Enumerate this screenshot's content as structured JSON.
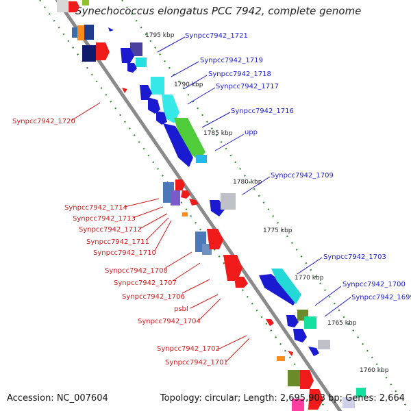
{
  "title": "Synechococcus elongatus PCC 7942, complete genome",
  "footer": {
    "accession": "Accession: NC_007604",
    "topology": "Topology: circular; Length: 2,695,903 bp; Genes: 2,664"
  },
  "kbp_marks": [
    "1795 kbp",
    "1790 kbp",
    "1785 kbp",
    "1780 kbp",
    "1775 kbp",
    "1770 kbp",
    "1765 kbp",
    "1760 kbp"
  ],
  "labels_right": [
    "Synpcc7942_1721",
    "Synpcc7942_1719",
    "Synpcc7942_1718",
    "Synpcc7942_1717",
    "Synpcc7942_1716",
    "upp",
    "Synpcc7942_1709",
    "Synpcc7942_1703",
    "Synpcc7942_1700",
    "Synpcc7942_1699"
  ],
  "labels_left": [
    "Synpcc7942_1720",
    "Synpcc7942_1714",
    "Synpcc7942_1713",
    "Synpcc7942_1712",
    "Synpcc7942_1711",
    "Synpcc7942_1710",
    "Synpcc7942_1708",
    "Synpcc7942_1707",
    "Synpcc7942_1706",
    "psbI",
    "Synpcc7942_1704",
    "Synpcc7942_1702",
    "Synpcc7942_1701"
  ],
  "colors": {
    "backbone": "#8a8a8a",
    "dotted_track": "#2e8b2e",
    "forward_label": "#1a1ad0",
    "reverse_label": "#d01a1a"
  }
}
